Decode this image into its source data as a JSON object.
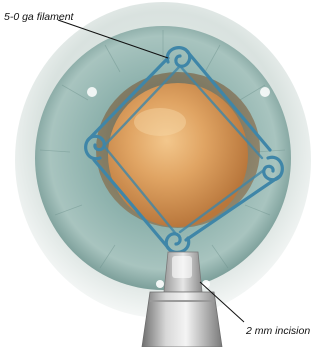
{
  "labels": {
    "filament": "5-0 ga filament",
    "incision": "2 mm incision"
  },
  "colors": {
    "background": "#ffffff",
    "iris": "#8fb3ae",
    "iris_dark": "#5f8a86",
    "sclera_shadow": "#cfd8d4",
    "lens": "#d89a56",
    "lens_highlight": "#f0c48a",
    "filament": "#3f86a8",
    "instrument": "#a9a9a9",
    "instrument_dark": "#6e6e6e",
    "label_text": "#111111"
  },
  "icons": {
    "eye": "eye-illustration",
    "ring": "malyugin-ring-illustration",
    "injector": "injector-tip-illustration"
  }
}
